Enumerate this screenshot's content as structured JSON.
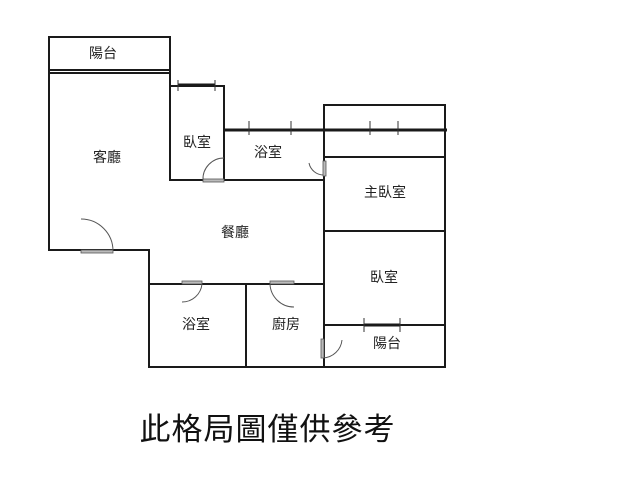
{
  "floorplan": {
    "rooms": {
      "balcony_top": "陽台",
      "living_room": "客廳",
      "bedroom_small": "臥室",
      "bathroom_top": "浴室",
      "master_bedroom": "主臥室",
      "dining_room": "餐廳",
      "bedroom_right": "臥室",
      "bathroom_bottom": "浴室",
      "kitchen": "廚房",
      "balcony_bottom": "陽台"
    },
    "caption": "此格局圖僅供參考"
  }
}
